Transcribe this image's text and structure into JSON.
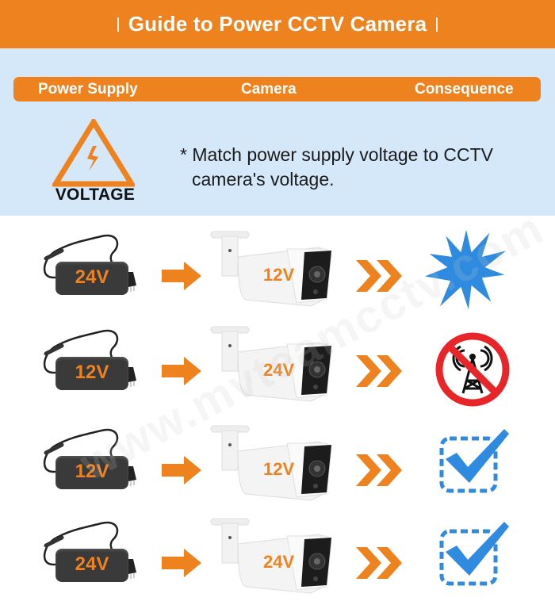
{
  "header": {
    "title": "Guide to Power CCTV Camera"
  },
  "columns": {
    "power_supply": "Power Supply",
    "camera": "Camera",
    "consequence": "Consequence"
  },
  "warning": {
    "icon": "high-voltage-warning-icon",
    "label": "VOLTAGE"
  },
  "note": {
    "line1": "* Match power supply voltage to CCTV",
    "line2": "camera's voltage."
  },
  "colors": {
    "accent": "#ee821f",
    "band": "#d5e8fa",
    "result_blue": "#2f8be0",
    "prohibit_red": "#e8262a"
  },
  "rows": [
    {
      "supply_voltage": "24V",
      "camera_voltage": "12V",
      "consequence_icon": "burst-damage-icon"
    },
    {
      "supply_voltage": "12V",
      "camera_voltage": "24V",
      "consequence_icon": "no-signal-icon"
    },
    {
      "supply_voltage": "12V",
      "camera_voltage": "12V",
      "consequence_icon": "checkmark-icon"
    },
    {
      "supply_voltage": "24V",
      "camera_voltage": "24V",
      "consequence_icon": "checkmark-icon"
    }
  ],
  "watermark": "www.mvteamcctv.com"
}
